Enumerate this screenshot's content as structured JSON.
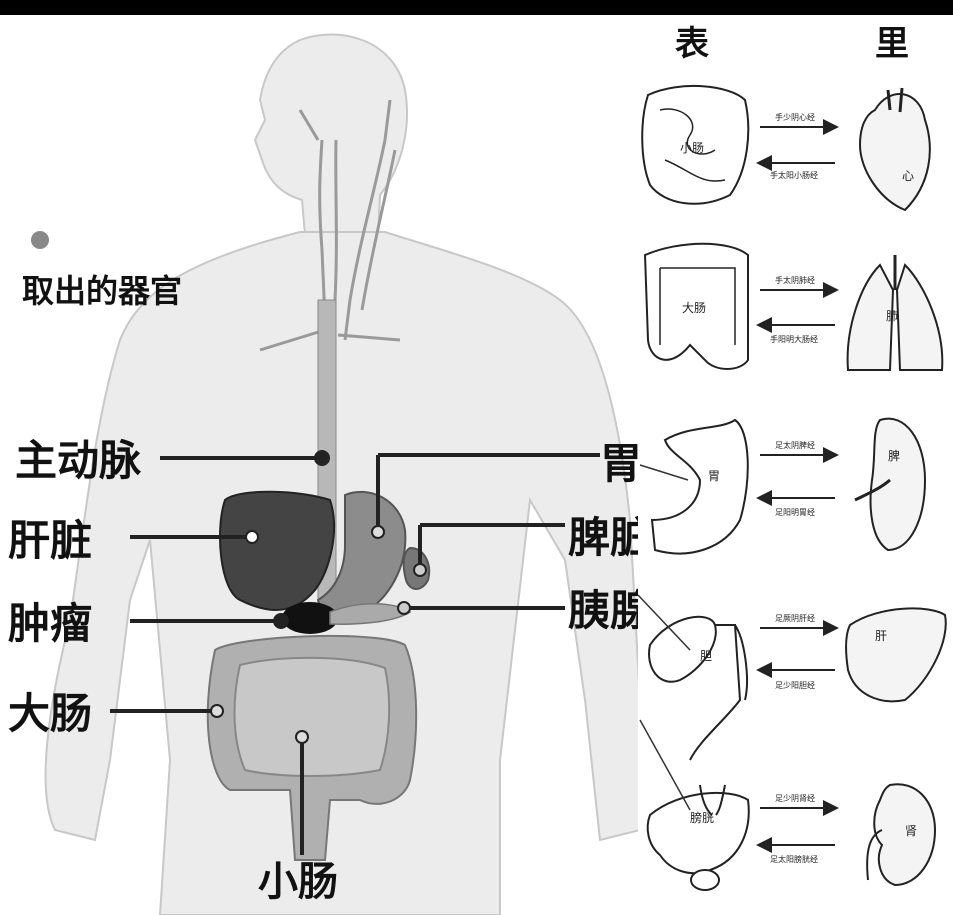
{
  "left_panel": {
    "title": "取出的器官",
    "labels": {
      "aorta": "主动脉",
      "liver": "肝脏",
      "tumor": "肿瘤",
      "large_intestine": "大肠",
      "small_intestine": "小肠",
      "stomach": "胃",
      "spleen": "脾脏",
      "pancreas": "胰腺"
    }
  },
  "right_panel": {
    "column_headers": {
      "exterior": "表",
      "interior": "里"
    },
    "rows": [
      {
        "exterior_organ": "小肠",
        "interior_organ": "心",
        "meridian_top": "手少阴心经",
        "meridian_bottom": "手太阳小肠经"
      },
      {
        "exterior_organ": "大肠",
        "interior_organ": "肺",
        "meridian_top": "手太阴肺经",
        "meridian_bottom": "手阳明大肠经"
      },
      {
        "exterior_organ": "胃",
        "interior_organ": "脾",
        "meridian_top": "足太阴脾经",
        "meridian_bottom": "足阳明胃经"
      },
      {
        "exterior_organ": "胆",
        "interior_organ": "肝",
        "meridian_top": "足厥阴肝经",
        "meridian_bottom": "足少阳胆经"
      },
      {
        "exterior_organ": "膀胱",
        "interior_organ": "肾",
        "meridian_top": "足少阴肾经",
        "meridian_bottom": "足太阳膀胱经"
      }
    ]
  }
}
